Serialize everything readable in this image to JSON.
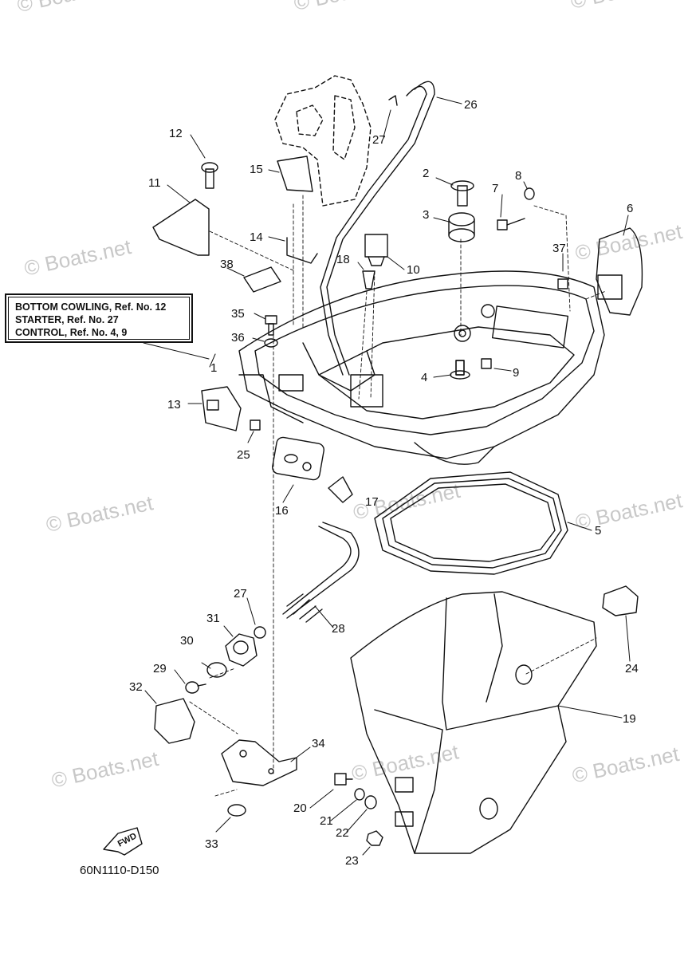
{
  "legend": {
    "lines": [
      "BOTTOM COWLING, Ref. No. 12",
      "STARTER,  Ref. No. 27",
      "CONTROL, Ref. No. 4, 9"
    ]
  },
  "diagram_code": "60N1110-D150",
  "fwd_label": "FWD",
  "watermark": "© Boats.net",
  "callouts": [
    "1",
    "2",
    "3",
    "4",
    "5",
    "6",
    "7",
    "8",
    "9",
    "10",
    "11",
    "12",
    "13",
    "14",
    "15",
    "16",
    "17",
    "18",
    "19",
    "20",
    "21",
    "22",
    "23",
    "24",
    "25",
    "26",
    "27",
    "28",
    "29",
    "30",
    "31",
    "32",
    "33",
    "34",
    "35",
    "36",
    "37",
    "38"
  ]
}
